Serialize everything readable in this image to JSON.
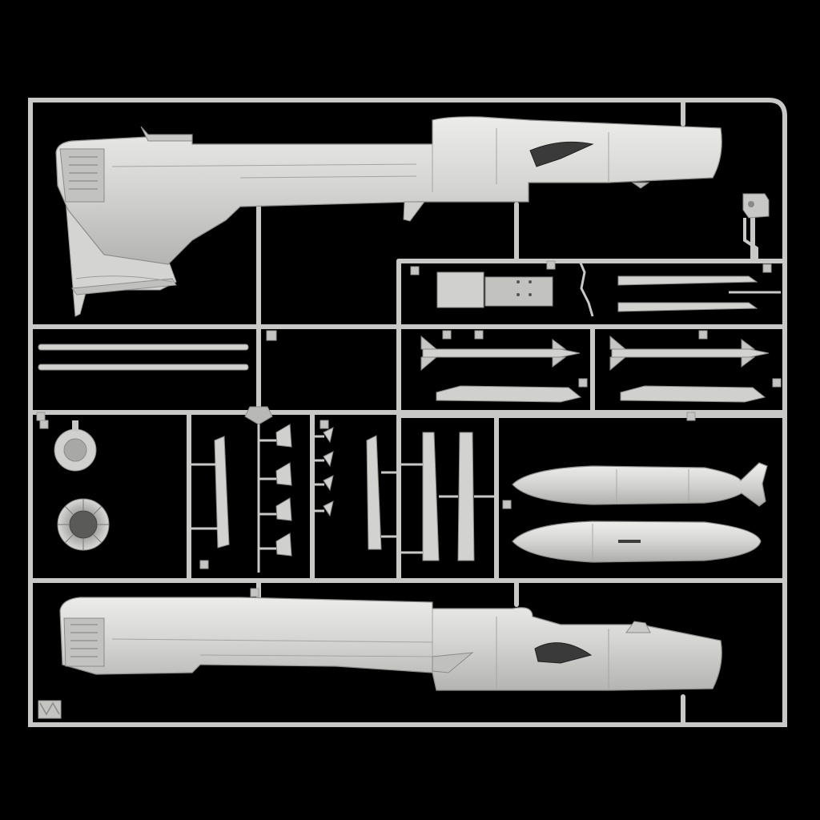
{
  "scene": {
    "subject": "plastic-model-kit-sprue",
    "colors": {
      "background": "#000000",
      "plastic": "#d2d2d0",
      "plastic_light": "#e4e4e2",
      "plastic_shadow": "#a6a6a4",
      "runner": "#c9c9c7",
      "outline": "#8e8e8c",
      "dark_line": "#2a2a2a"
    },
    "parts": [
      {
        "id": "fuselage-half-left",
        "kind": "fuselage"
      },
      {
        "id": "fuselage-half-right",
        "kind": "fuselage"
      },
      {
        "id": "vertical-tail",
        "kind": "fin"
      },
      {
        "id": "drop-tank-upper",
        "kind": "tank"
      },
      {
        "id": "drop-tank-lower",
        "kind": "tank"
      },
      {
        "id": "missile-left",
        "kind": "missile"
      },
      {
        "id": "missile-right",
        "kind": "missile"
      },
      {
        "id": "pylon-left",
        "kind": "pylon"
      },
      {
        "id": "pylon-right",
        "kind": "pylon"
      },
      {
        "id": "engine-nozzle",
        "kind": "nozzle"
      },
      {
        "id": "exhaust-ring",
        "kind": "ring"
      },
      {
        "id": "cockpit-tub",
        "kind": "block"
      },
      {
        "id": "long-rod-upper",
        "kind": "rod"
      },
      {
        "id": "long-rod-lower",
        "kind": "rod"
      },
      {
        "id": "fin-strip-a",
        "kind": "strip"
      },
      {
        "id": "fin-strip-b",
        "kind": "strip"
      },
      {
        "id": "fin-strip-c",
        "kind": "strip"
      },
      {
        "id": "fin-strip-d",
        "kind": "strip"
      },
      {
        "id": "small-fins",
        "kind": "small-parts"
      }
    ]
  }
}
